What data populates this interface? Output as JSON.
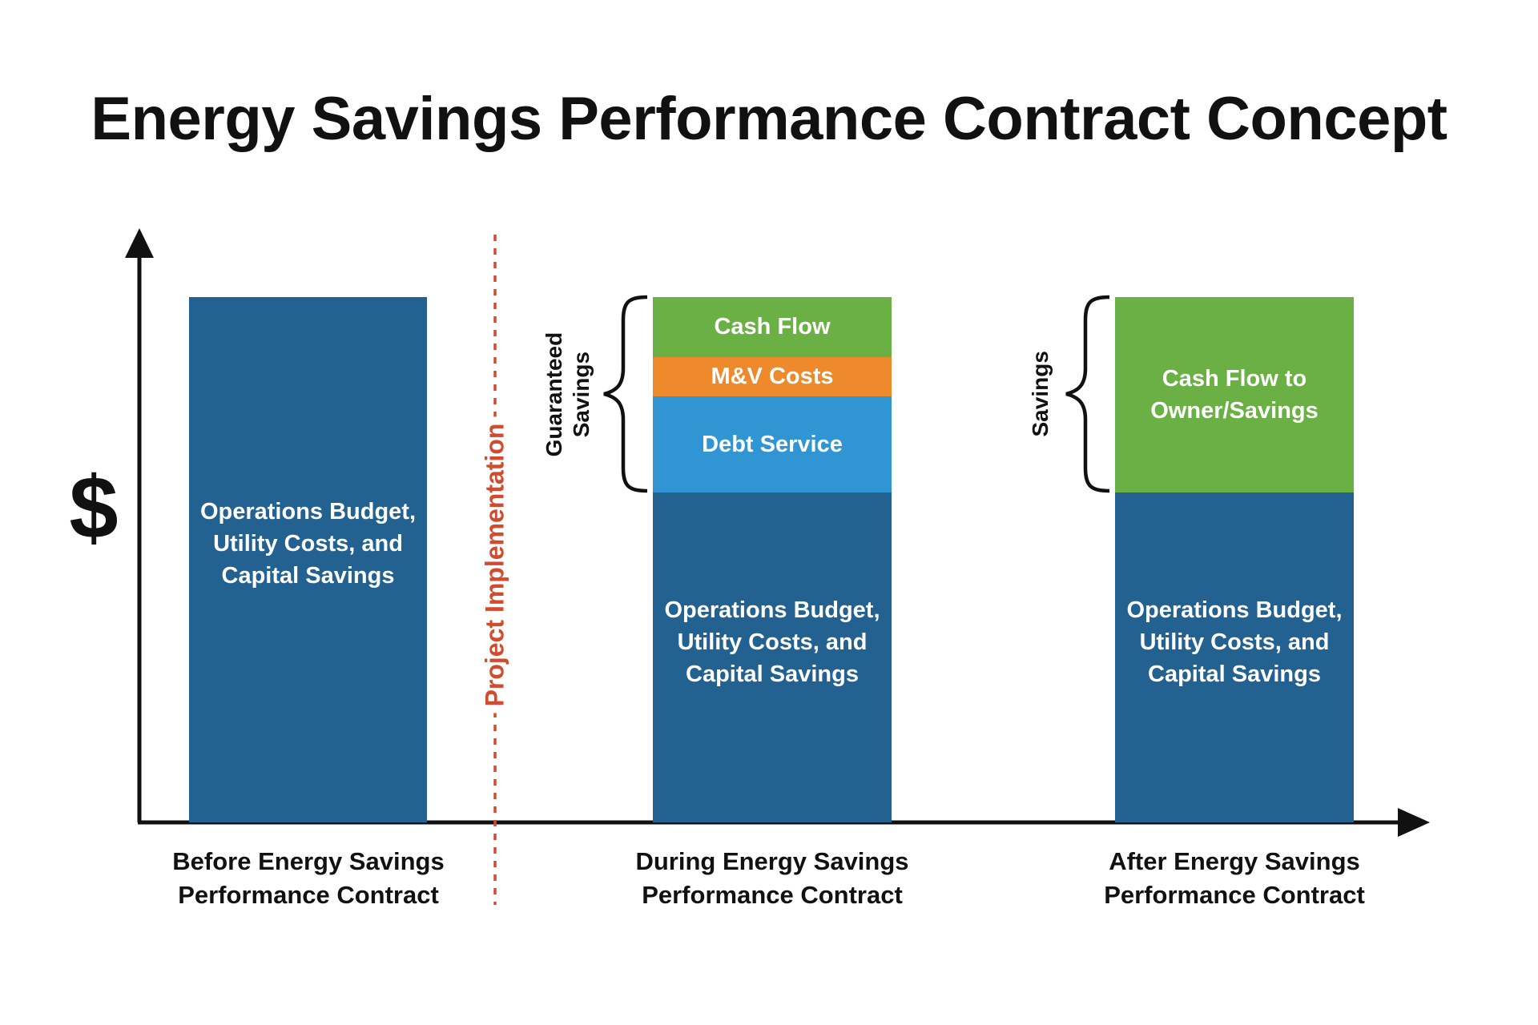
{
  "title": "Energy Savings Performance Contract Concept",
  "y_axis_symbol": "$",
  "divider_label": "Project Implementation",
  "colors": {
    "operations": "#236191",
    "debt_service": "#3295d3",
    "mv_costs": "#ee8a2b",
    "cash_flow": "#6bb045",
    "divider": "#d24b2e",
    "axis": "#111111"
  },
  "columns": [
    {
      "label": "Before Energy Savings Performance Contract",
      "label_lines": [
        "Before Energy Savings",
        "Performance Contract"
      ],
      "segments": [
        {
          "label": "Operations Budget, Utility Costs, and Capital Savings",
          "lines": [
            "Operations Budget,",
            "Utility Costs, and",
            "Capital Savings"
          ]
        }
      ]
    },
    {
      "label": "During Energy Savings Performance Contract",
      "label_lines": [
        "During Energy Savings",
        "Performance Contract"
      ],
      "bracket_label_lines": [
        "Guaranteed",
        "Savings"
      ],
      "segments": [
        {
          "label": "Operations Budget, Utility Costs, and Capital Savings",
          "lines": [
            "Operations Budget,",
            "Utility Costs, and",
            "Capital Savings"
          ]
        },
        {
          "label": "Debt Service",
          "lines": [
            "Debt Service"
          ]
        },
        {
          "label": "M&V Costs",
          "lines": [
            "M&V Costs"
          ]
        },
        {
          "label": "Cash Flow",
          "lines": [
            "Cash Flow"
          ]
        }
      ]
    },
    {
      "label": "After Energy Savings Performance Contract",
      "label_lines": [
        "After Energy Savings",
        "Performance Contract"
      ],
      "bracket_label_lines": [
        "Savings"
      ],
      "segments": [
        {
          "label": "Operations Budget, Utility Costs, and Capital Savings",
          "lines": [
            "Operations Budget,",
            "Utility Costs, and",
            "Capital Savings"
          ]
        },
        {
          "label": "Cash Flow to Owner/Savings",
          "lines": [
            "Cash Flow to",
            "Owner/Savings"
          ]
        }
      ]
    }
  ]
}
